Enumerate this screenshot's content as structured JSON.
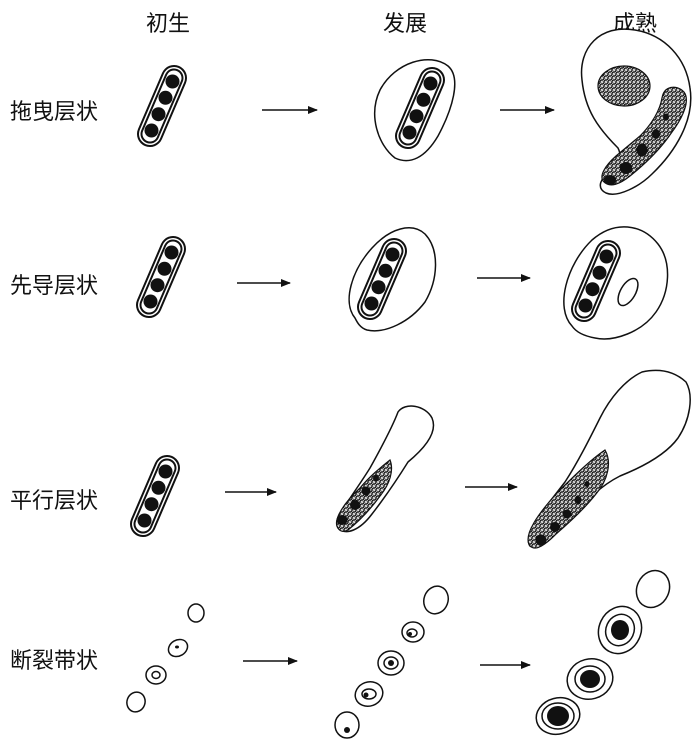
{
  "diagram": {
    "columns": [
      {
        "id": "initial",
        "label": "初生"
      },
      {
        "id": "developing",
        "label": "发展"
      },
      {
        "id": "mature",
        "label": "成熟"
      }
    ],
    "rows": [
      {
        "id": "trailing",
        "label": "拖曳层状"
      },
      {
        "id": "leading",
        "label": "先导层状"
      },
      {
        "id": "parallel",
        "label": "平行层状"
      },
      {
        "id": "broken",
        "label": "断裂带状"
      }
    ],
    "arrow_symbol": "→"
  },
  "colors": {
    "ink": "#111111",
    "stratiform_shading": "#d4d4d4",
    "cell_core": "#111111"
  }
}
